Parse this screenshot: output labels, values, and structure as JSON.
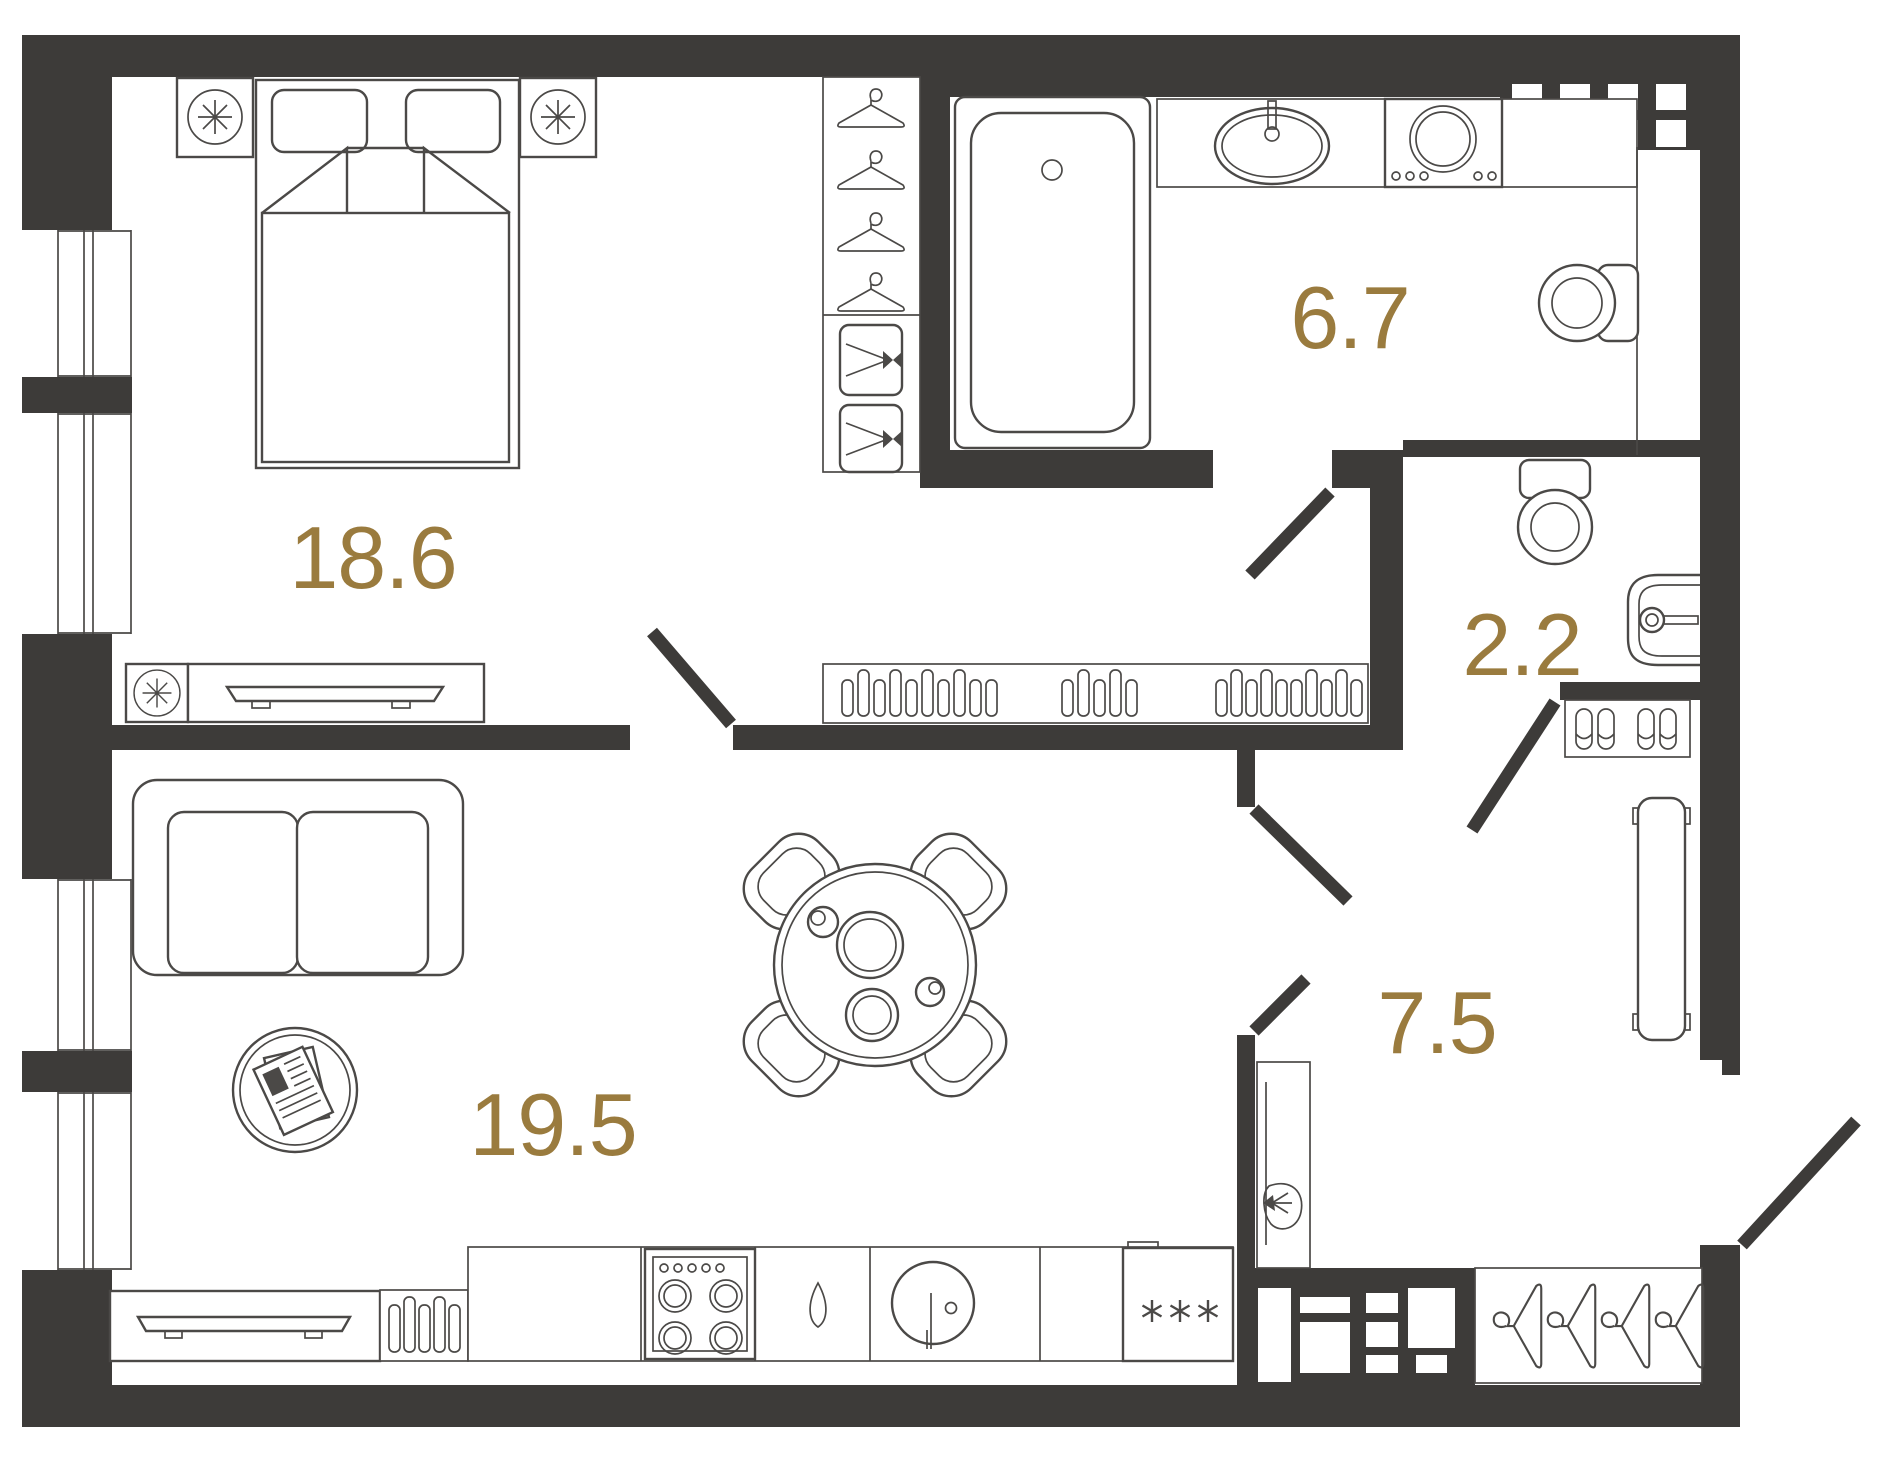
{
  "title": "One-bedroom apartment floor plan",
  "theme": {
    "wall_color": "#3d3b39",
    "line_color": "#4b4947",
    "accent_color": "#9a7b3e",
    "bg_color": "#ffffff"
  },
  "rooms": [
    {
      "name": "bedroom",
      "area": "18.6"
    },
    {
      "name": "bathroom",
      "area": "6.7"
    },
    {
      "name": "wc",
      "area": "2.2"
    },
    {
      "name": "hallway",
      "area": "7.5"
    },
    {
      "name": "living-kitchen",
      "area": "19.5"
    }
  ],
  "icons": [
    "double-bed",
    "pillow",
    "nightstand-lamp",
    "wardrobe-hangers",
    "drawer-unit",
    "tv-console",
    "ceiling-lamp",
    "bathtub",
    "washbasin",
    "washing-machine",
    "toilet",
    "ventilation-shaft",
    "radiator",
    "sofa",
    "coffee-table-magazine",
    "dining-table-chairs",
    "stove-4-burners",
    "kitchen-sink",
    "fridge-snowflakes",
    "water-drop",
    "shoe-rack-slippers",
    "bench",
    "hall-cabinet-sconce",
    "entry-closet-hangers",
    "door-leaf",
    "window"
  ]
}
